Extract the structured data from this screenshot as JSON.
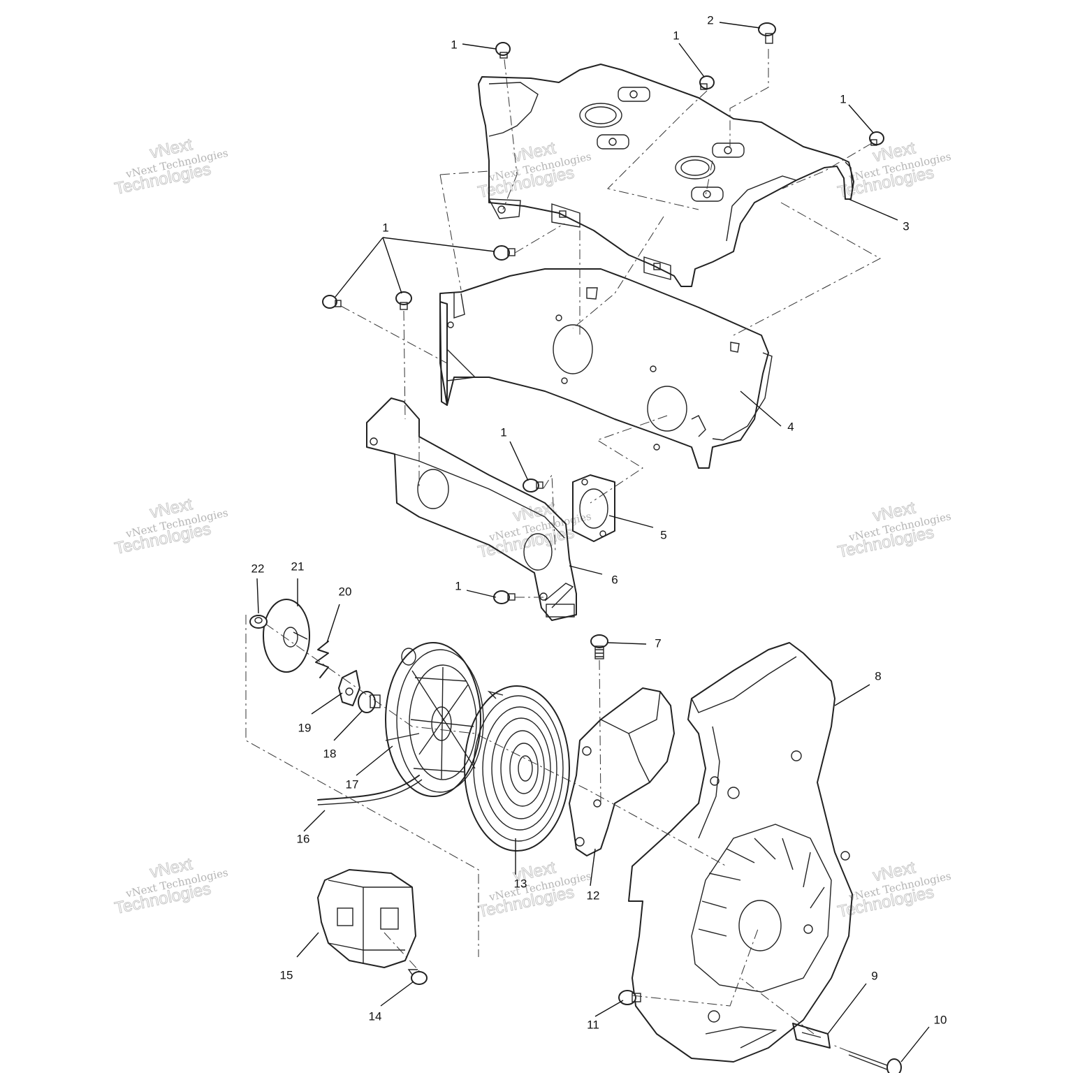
{
  "watermark": {
    "line1": "vNext Technologies",
    "line2": "Technologies",
    "line3": "vNext"
  },
  "callouts": [
    {
      "id": "c1a",
      "label": "1"
    },
    {
      "id": "c1b",
      "label": "1"
    },
    {
      "id": "c2",
      "label": "2"
    },
    {
      "id": "c1c",
      "label": "1"
    },
    {
      "id": "c3",
      "label": "3"
    },
    {
      "id": "c1d",
      "label": "1"
    },
    {
      "id": "c4",
      "label": "4"
    },
    {
      "id": "c1e",
      "label": "1"
    },
    {
      "id": "c5",
      "label": "5"
    },
    {
      "id": "c6",
      "label": "6"
    },
    {
      "id": "c1f",
      "label": "1"
    },
    {
      "id": "c7",
      "label": "7"
    },
    {
      "id": "c8",
      "label": "8"
    },
    {
      "id": "c9",
      "label": "9"
    },
    {
      "id": "c10",
      "label": "10"
    },
    {
      "id": "c11",
      "label": "11"
    },
    {
      "id": "c12",
      "label": "12"
    },
    {
      "id": "c13",
      "label": "13"
    },
    {
      "id": "c14",
      "label": "14"
    },
    {
      "id": "c15",
      "label": "15"
    },
    {
      "id": "c16",
      "label": "16"
    },
    {
      "id": "c17",
      "label": "17"
    },
    {
      "id": "c18",
      "label": "18"
    },
    {
      "id": "c19",
      "label": "19"
    },
    {
      "id": "c20",
      "label": "20"
    },
    {
      "id": "c21",
      "label": "21"
    },
    {
      "id": "c22",
      "label": "22"
    }
  ]
}
